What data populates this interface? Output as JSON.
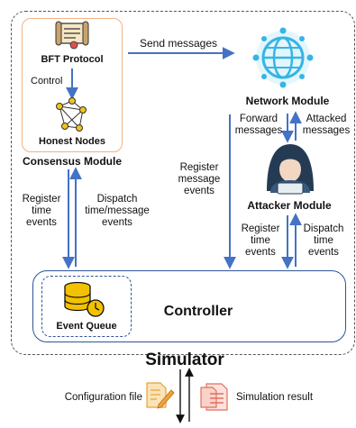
{
  "consensus_module": {
    "title": "Consensus Module",
    "bft_protocol": "BFT Protocol",
    "control_label": "Control",
    "honest_nodes": "Honest Nodes"
  },
  "network_module": {
    "title": "Network Module"
  },
  "attacker_module": {
    "title": "Attacker Module"
  },
  "controller": {
    "title": "Controller",
    "event_queue": "Event Queue"
  },
  "edges": {
    "send_messages": "Send messages",
    "forward_messages": [
      "Forward",
      "messages"
    ],
    "attacked_messages": [
      "Attacked",
      "messages"
    ],
    "register_message_events": [
      "Register",
      "message",
      "events"
    ],
    "consensus_register_time_events": [
      "Register",
      "time",
      "events"
    ],
    "consensus_dispatch": [
      "Dispatch",
      "time/message",
      "events"
    ],
    "attacker_register_time_events": [
      "Register",
      "time",
      "events"
    ],
    "attacker_dispatch": [
      "Dispatch",
      "time",
      "events"
    ]
  },
  "simulator": {
    "title": "Simulator",
    "configuration_file": "Configuration file",
    "simulation_result": "Simulation result"
  },
  "colors": {
    "arrow": "#4472c4",
    "bft_box_border": "#f4b183",
    "controller_border": "#2f5597",
    "dashed_border": "#555555",
    "globe": "#35b5e8",
    "event_queue_icon": "#f2c200",
    "attacker_hood": "#243b53"
  },
  "icons": [
    "scroll-icon",
    "network-nodes-icon",
    "globe-icon",
    "hacker-icon",
    "database-clock-icon",
    "config-file-icon",
    "result-file-icon"
  ]
}
